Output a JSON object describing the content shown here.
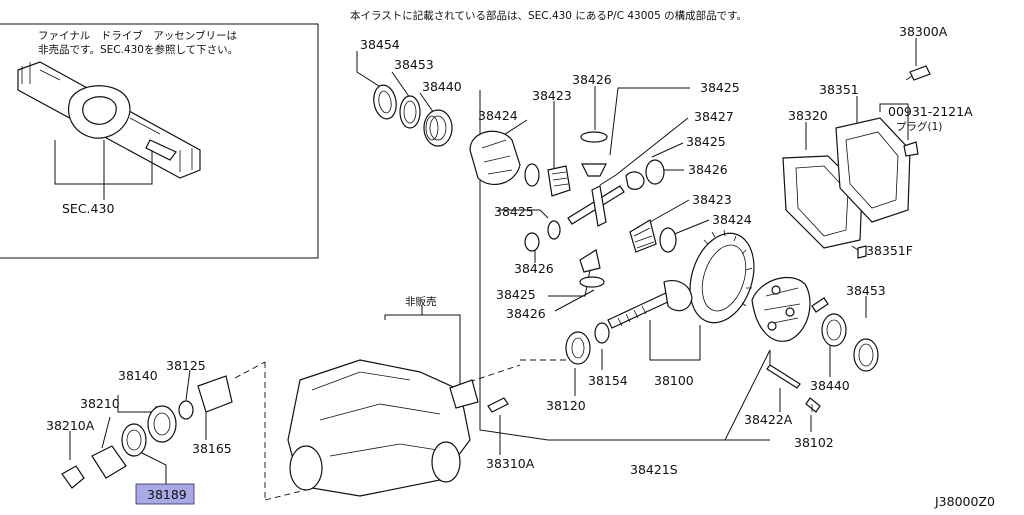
{
  "top_note": "本イラストに記載されている部品は、SEC.430 にあるP/C 43005 の構成部品です。",
  "inset": {
    "note_line1": "ファイナル　ドライブ　アッセンブリーは",
    "note_line2": "非売品です。SEC.430を参照して下さい。",
    "section_label": "SEC.430"
  },
  "not_sold_label": "非販売",
  "plug_label": "プラグ(1)",
  "diagram_code": "J38000Z0",
  "highlight_color": "#a9a9e6",
  "parts": {
    "p38454": "38454",
    "p38453a": "38453",
    "p38440a": "38440",
    "p38426a": "38426",
    "p38425a": "38425",
    "p38424a": "38424",
    "p38423a": "38423",
    "p38427": "38427",
    "p38425b": "38425",
    "p38426b": "38426",
    "p38423b": "38423",
    "p38424b": "38424",
    "p38425c": "38425",
    "p38426c": "38426",
    "p38425d": "38425",
    "p38426d": "38426",
    "p38300A": "38300A",
    "p38351": "38351",
    "p38320": "38320",
    "p00931": "00931-2121A",
    "p38351F": "38351F",
    "p38453b": "38453",
    "p38440b": "38440",
    "p38154": "38154",
    "p38100": "38100",
    "p38120": "38120",
    "p38422A": "38422A",
    "p38102": "38102",
    "p38421S": "38421S",
    "p38310A": "38310A",
    "p38140": "38140",
    "p38125": "38125",
    "p38210": "38210",
    "p38210A": "38210A",
    "p38165": "38165",
    "p38189": "38189"
  }
}
